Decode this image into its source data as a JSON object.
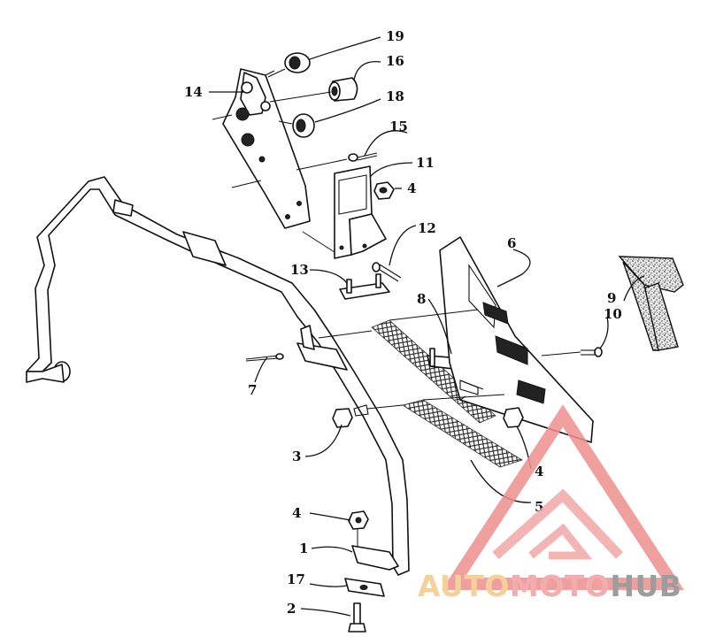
{
  "diagram": {
    "callouts": [
      {
        "id": "c1",
        "text": "1"
      },
      {
        "id": "c2",
        "text": "2"
      },
      {
        "id": "c3",
        "text": "3"
      },
      {
        "id": "c4a",
        "text": "4"
      },
      {
        "id": "c4b",
        "text": "4"
      },
      {
        "id": "c4c",
        "text": "4"
      },
      {
        "id": "c5",
        "text": "5"
      },
      {
        "id": "c6",
        "text": "6"
      },
      {
        "id": "c7",
        "text": "7"
      },
      {
        "id": "c8",
        "text": "8"
      },
      {
        "id": "c9",
        "text": "9"
      },
      {
        "id": "c10",
        "text": "10"
      },
      {
        "id": "c11",
        "text": "11"
      },
      {
        "id": "c12",
        "text": "12"
      },
      {
        "id": "c13",
        "text": "13"
      },
      {
        "id": "c14",
        "text": "14"
      },
      {
        "id": "c15",
        "text": "15"
      },
      {
        "id": "c16",
        "text": "16"
      },
      {
        "id": "c17",
        "text": "17"
      },
      {
        "id": "c18",
        "text": "18"
      },
      {
        "id": "c19",
        "text": "19"
      }
    ]
  },
  "watermark": {
    "part1": "AUTO",
    "part2": "MOTO",
    "part3": "HUB",
    "color_primary": "#f0a0a0",
    "color_secondary": "#f5c88a",
    "color_tertiary": "#8c8c8c"
  }
}
